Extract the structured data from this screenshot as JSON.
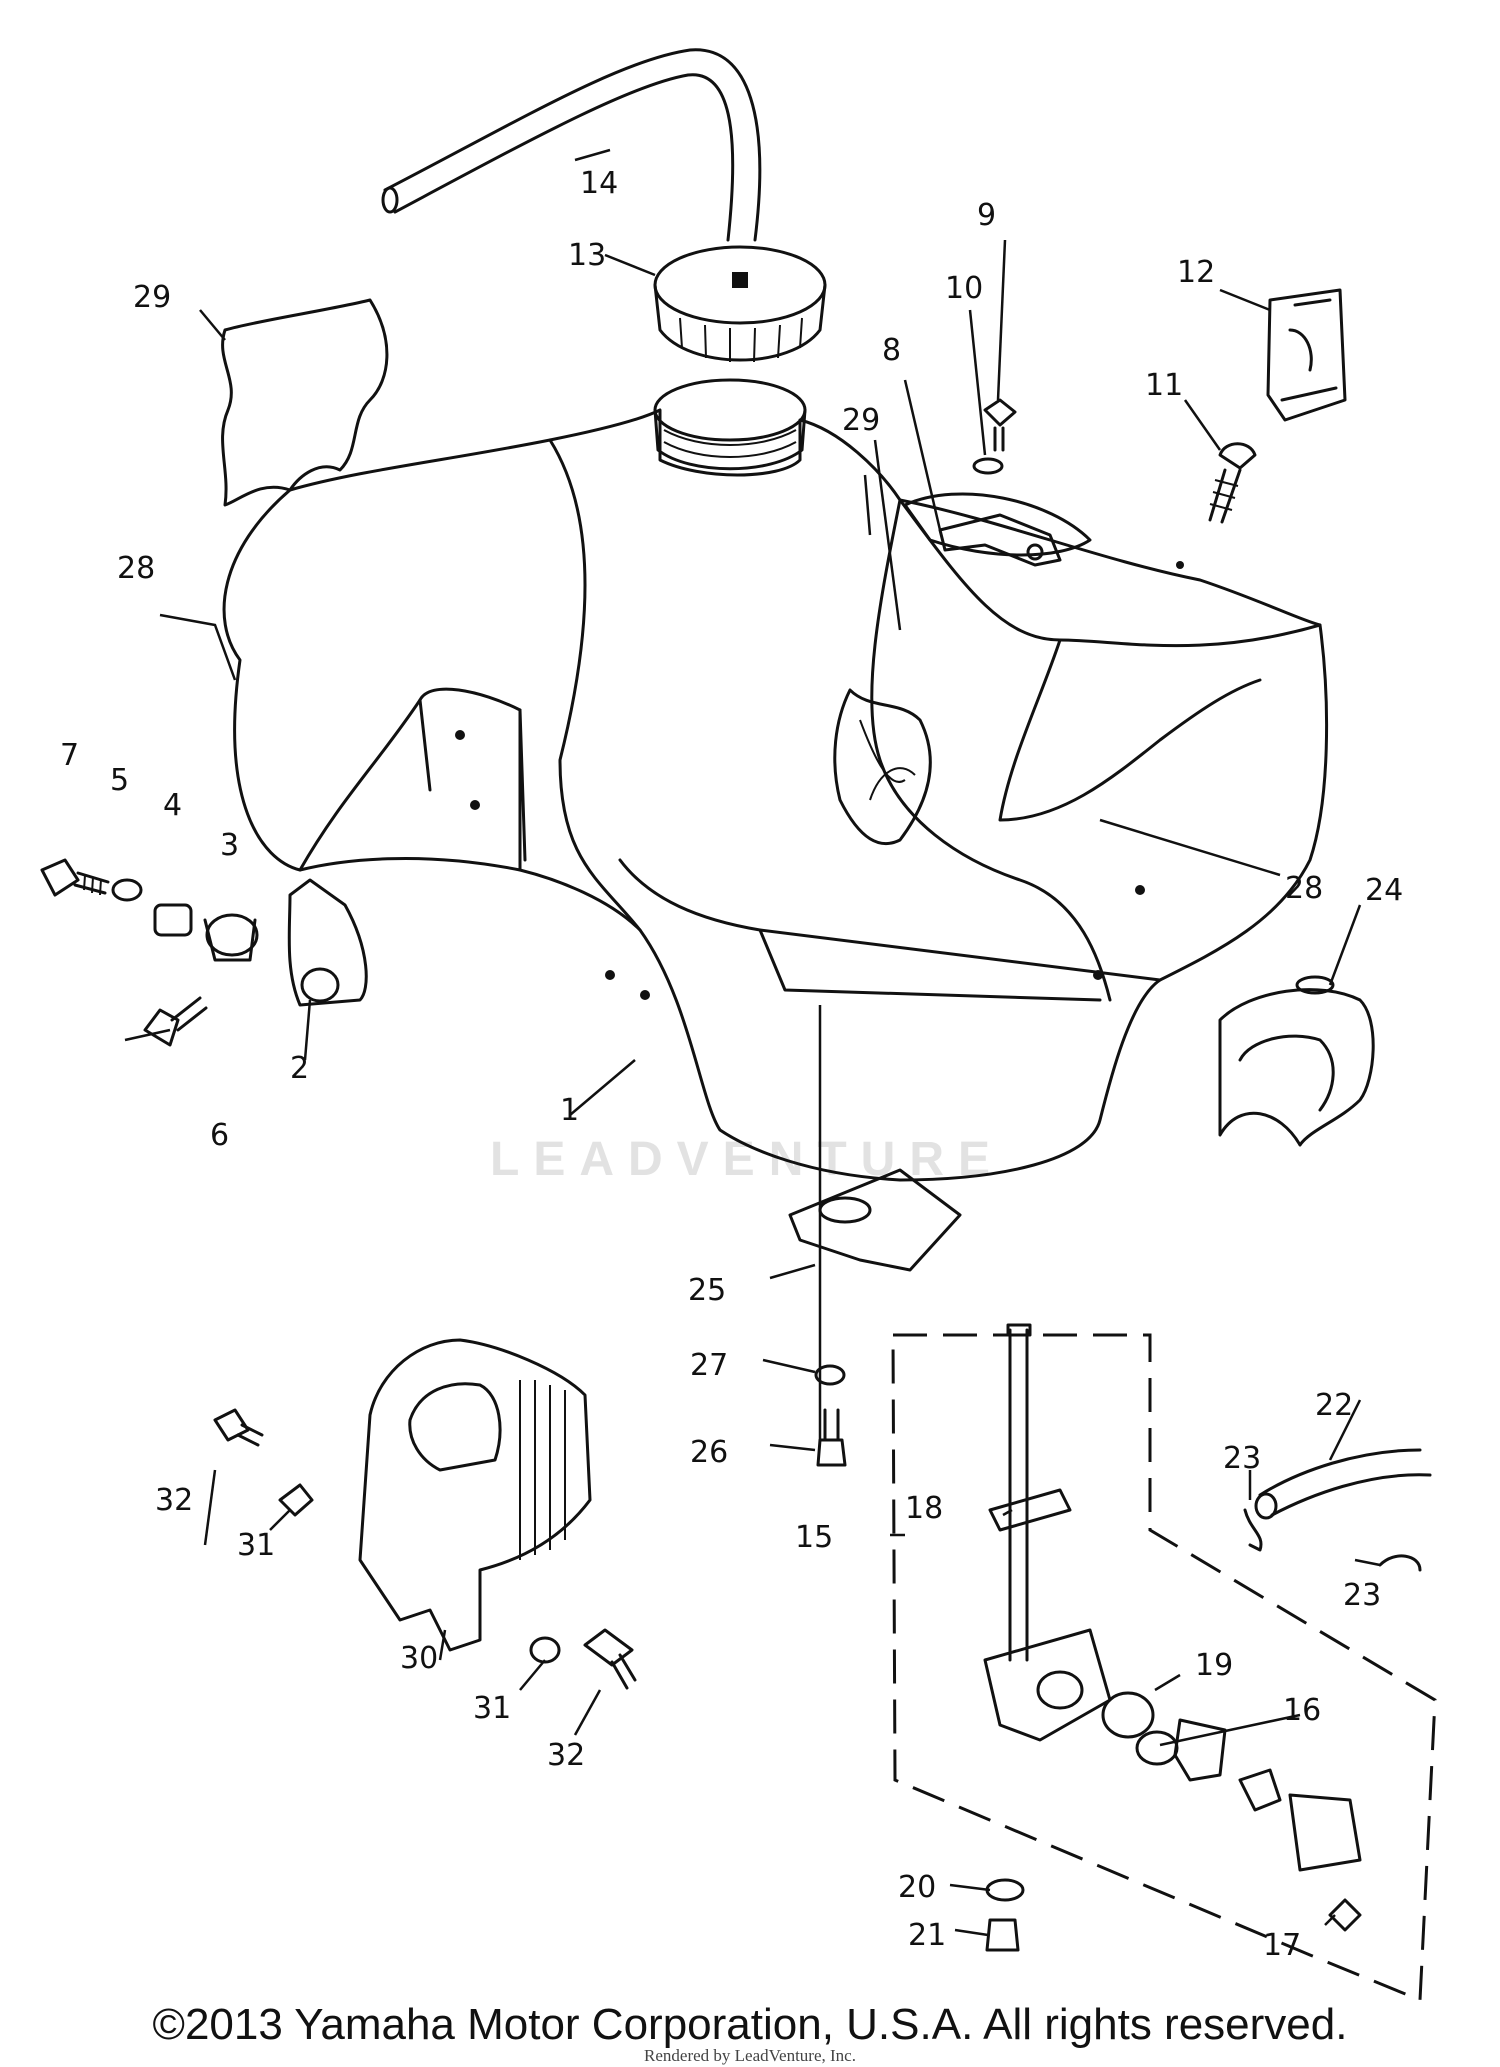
{
  "callouts": {
    "c1": "1",
    "c2": "2",
    "c3": "3",
    "c4": "4",
    "c5": "5",
    "c6": "6",
    "c7": "7",
    "c8": "8",
    "c9": "9",
    "c10": "10",
    "c11": "11",
    "c12": "12",
    "c13": "13",
    "c14": "14",
    "c15": "15",
    "c16": "16",
    "c17": "17",
    "c18": "18",
    "c19": "19",
    "c20": "20",
    "c21": "21",
    "c22": "22",
    "c23a": "23",
    "c23b": "23",
    "c24": "24",
    "c25": "25",
    "c26": "26",
    "c27": "27",
    "c28a": "28",
    "c28b": "28",
    "c29a": "29",
    "c29b": "29",
    "c30": "30",
    "c31a": "31",
    "c31b": "31",
    "c32a": "32",
    "c32b": "32"
  },
  "watermark": "LEADVENTURE",
  "footer": {
    "copyright": "©2013 Yamaha Motor Corporation, U.S.A. All rights reserved.",
    "rendered_by": "Rendered by LeadVenture, Inc."
  }
}
